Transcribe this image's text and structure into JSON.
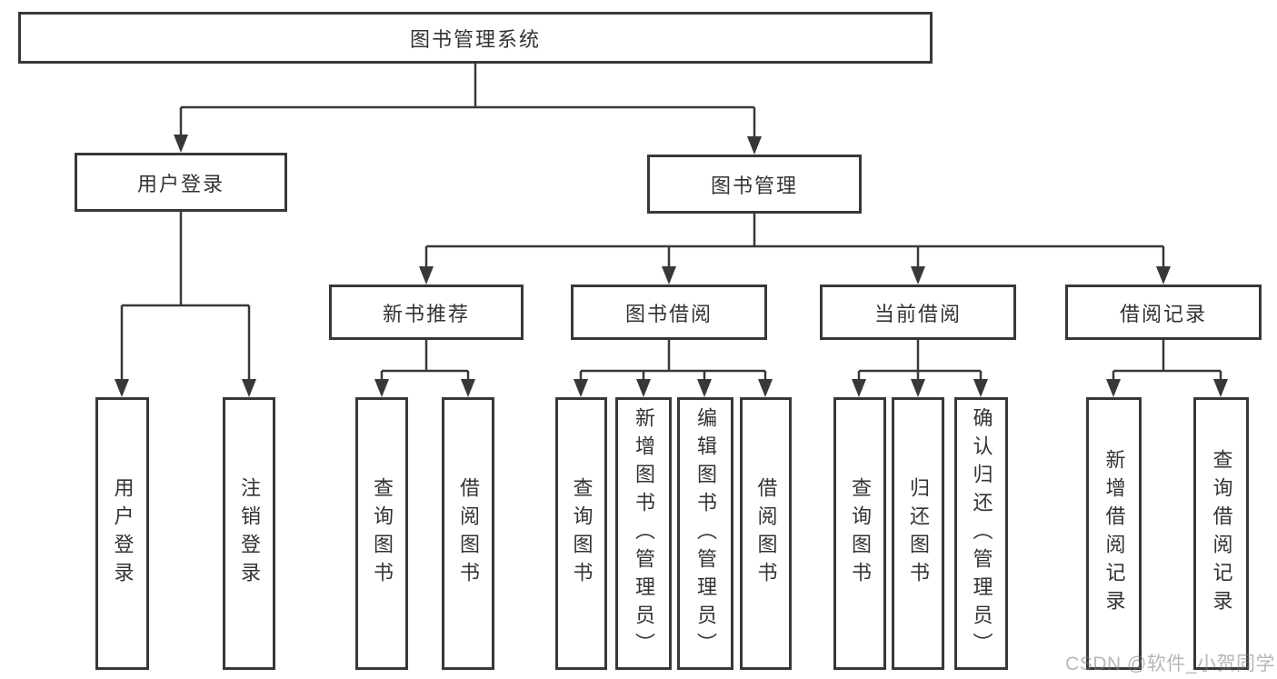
{
  "diagram": {
    "title": "图书管理系统",
    "colors": {
      "line": "#383838",
      "border": "#383838",
      "text": "#333333",
      "background": "#ffffff",
      "watermark_gray": "#7a7c80"
    },
    "nodes": {
      "root": "图书管理系统",
      "user_login": "用户登录",
      "book_management": "图书管理",
      "new_book_recommend": "新书推荐",
      "book_borrowing": "图书借阅",
      "current_borrowing": "当前借阅",
      "borrowing_records": "借阅记录",
      "leaf_user_login": "用户登录",
      "leaf_logout": "注销登录",
      "leaf_query_book_recommend": "查询图书",
      "leaf_borrow_book_recommend": "借阅图书",
      "leaf_query_book_borrowing": "查询图书",
      "leaf_add_book_admin": "新增图书（管理员）",
      "leaf_edit_book_admin": "编辑图书（管理员）",
      "leaf_borrow_book_borrowing": "借阅图书",
      "leaf_query_book_current": "查询图书",
      "leaf_return_book": "归还图书",
      "leaf_confirm_return_admin": "确认归还（管理员）",
      "leaf_add_borrow_record": "新增借阅记录",
      "leaf_query_borrow_record": "查询借阅记录"
    },
    "watermark": "CSDN @软件_小贺同学"
  }
}
